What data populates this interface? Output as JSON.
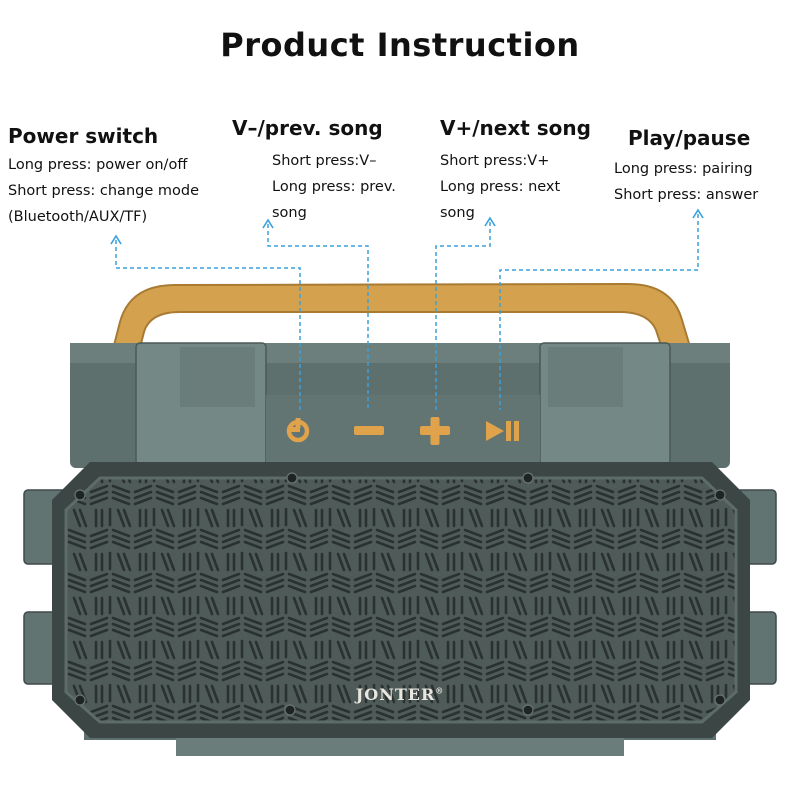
{
  "title": "Product Instruction",
  "brand": "JONTER",
  "brand_mark": "®",
  "callouts": {
    "power": {
      "heading": "Power switch",
      "lines": [
        "Long press: power on/off",
        "Short press: change mode",
        "(Bluetooth/AUX/TF)"
      ],
      "icon": "power-icon"
    },
    "vminus": {
      "heading": "V–/prev. song",
      "lines": [
        "Short press:V–",
        "Long press: prev.",
        "song"
      ],
      "icon": "minus-icon"
    },
    "vplus": {
      "heading": "V+/next song",
      "lines": [
        "Short press:V+",
        "Long press: next",
        "song"
      ],
      "icon": "plus-icon"
    },
    "play": {
      "heading": "Play/pause",
      "lines": [
        "Long press: pairing",
        "Short press: answer"
      ],
      "icon": "play-pause-icon"
    }
  },
  "colors": {
    "body": "#607270",
    "body_dark": "#3e4a49",
    "grille": "#505c5a",
    "handle": "#d4a24f",
    "buttons": "#e0a34c",
    "leader_line": "#3aa0dc"
  }
}
